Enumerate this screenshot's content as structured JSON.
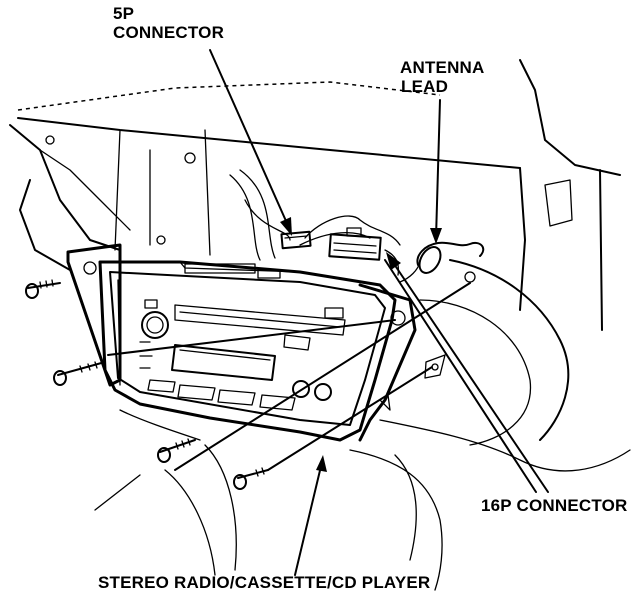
{
  "labels": {
    "connector_5p_line1": "5P",
    "connector_5p_line2": "CONNECTOR",
    "antenna_line1": "ANTENNA",
    "antenna_line2": "LEAD",
    "connector_16p": "16P CONNECTOR",
    "player": "STEREO RADIO/CASSETTE/CD PLAYER"
  }
}
